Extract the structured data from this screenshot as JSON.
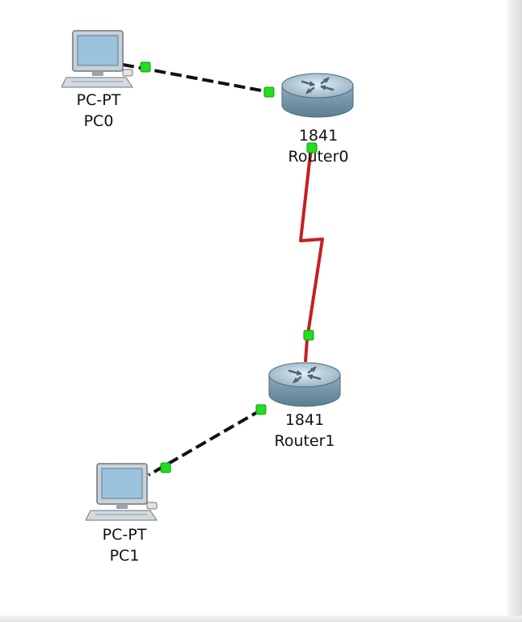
{
  "nodes": {
    "pc0": {
      "model": "PC-PT",
      "name": "PC0"
    },
    "pc1": {
      "model": "PC-PT",
      "name": "PC1"
    },
    "router0": {
      "model": "1841",
      "name": "Router0"
    },
    "router1": {
      "model": "1841",
      "name": "Router1"
    }
  },
  "links": [
    {
      "from": "PC0",
      "to": "Router0",
      "kind": "copper-straight-through",
      "color": "#111111"
    },
    {
      "from": "Router0",
      "to": "Router1",
      "kind": "serial",
      "color": "#c81e1e"
    },
    {
      "from": "Router1",
      "to": "PC1",
      "kind": "copper-straight-through",
      "color": "#111111"
    }
  ],
  "colors": {
    "link_up_indicator": "#22dd22",
    "router_body": "#7fa0b4",
    "pc_screen": "#9cc3dc"
  }
}
